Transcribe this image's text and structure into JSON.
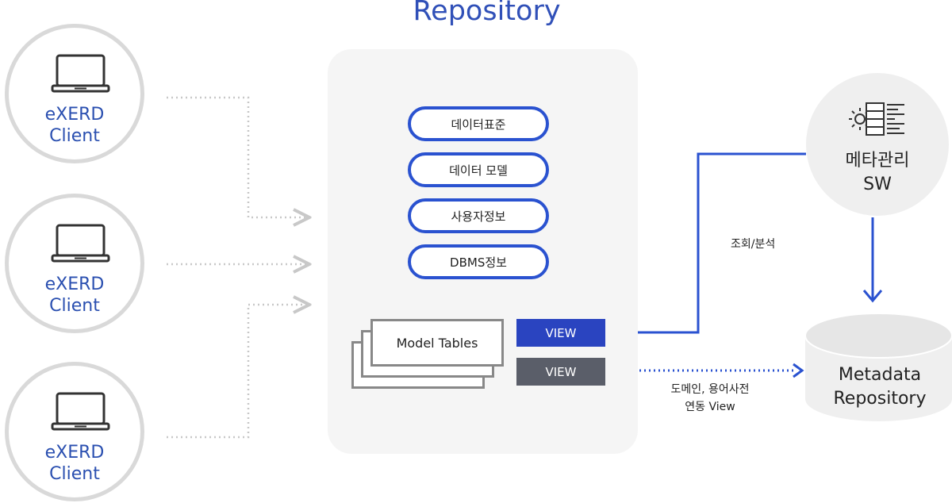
{
  "title": "Repository",
  "clients": [
    {
      "line1": "eXERD",
      "line2": "Client"
    },
    {
      "line1": "eXERD",
      "line2": "Client"
    },
    {
      "line1": "eXERD",
      "line2": "Client"
    }
  ],
  "repository": {
    "items": [
      "데이터표준",
      "데이터 모델",
      "사용자정보",
      "DBMS정보"
    ],
    "model_tables": "Model Tables",
    "view_primary": "VIEW",
    "view_secondary": "VIEW"
  },
  "meta_sw": {
    "line1": "메타관리",
    "line2": "SW"
  },
  "lookup_label": "조회/분석",
  "metadata_repo": {
    "line1": "Metadata",
    "line2": "Repository"
  },
  "link_label": {
    "line1": "도메인, 용어사전",
    "line2": "연동 View"
  },
  "colors": {
    "accent": "#2a52d0",
    "title": "#3050b8",
    "view_dark": "#5a5e69",
    "dotted": "#c8c8c8"
  }
}
